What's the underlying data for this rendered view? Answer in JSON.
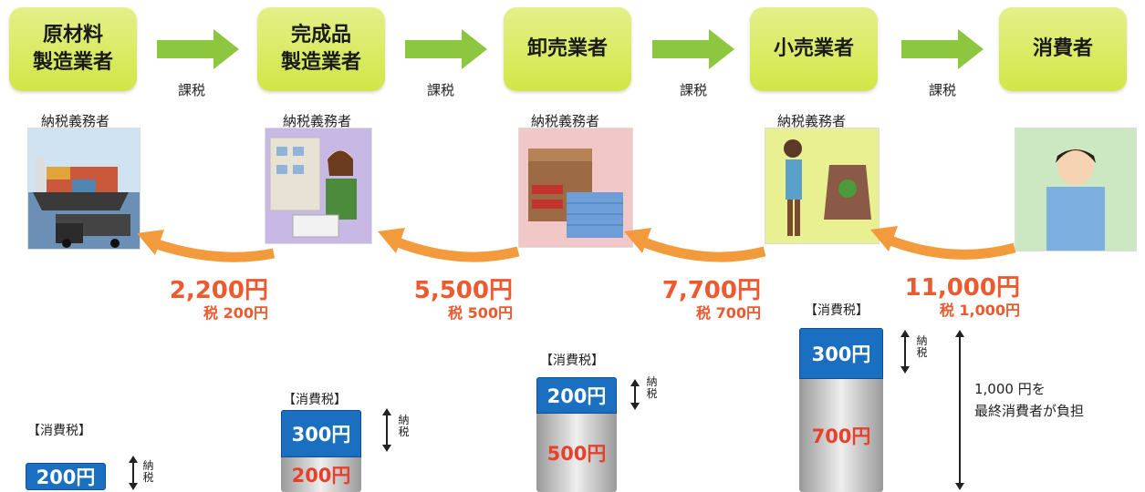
{
  "stages": [
    {
      "label": "原材料\n製造業者",
      "duty": "納税義務者"
    },
    {
      "label": "完成品\n製造業者",
      "duty": "納税義務者"
    },
    {
      "label": "卸売業者",
      "duty": "納税義務者"
    },
    {
      "label": "小売業者",
      "duty": "納税義務者"
    },
    {
      "label": "消費者"
    }
  ],
  "kazei_label": "課税",
  "flows": [
    {
      "price": "2,200円",
      "tax": "税 200円"
    },
    {
      "price": "5,500円",
      "tax": "税 500円"
    },
    {
      "price": "7,700円",
      "tax": "税 700円"
    },
    {
      "price": "11,000円",
      "tax": "税 1,000円"
    }
  ],
  "tax_label": "【消費税】",
  "tax_blocks": [
    {
      "pay": "200円"
    },
    {
      "pay": "300円",
      "credit": "200円"
    },
    {
      "pay": "200円",
      "credit": "500円"
    },
    {
      "pay": "300円",
      "credit": "700円"
    }
  ],
  "nouzei_label": "納\n税",
  "final_burden": "1,000 円を\n最終消費者が負担",
  "colors": {
    "stage_green": "#d2e646",
    "arrow_green": "#8dc63f",
    "price_orange": "#ee5a30",
    "tax_blue": "#1a6fc0"
  }
}
